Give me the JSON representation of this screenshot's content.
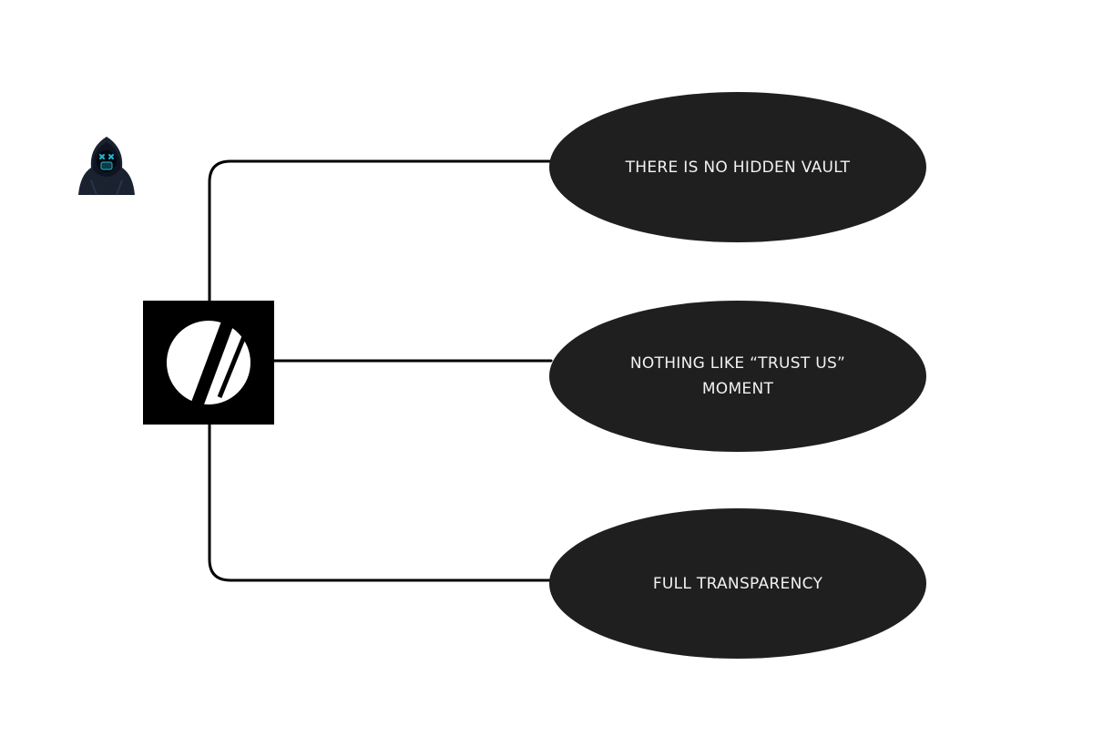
{
  "nodes": [
    {
      "label": "THERE IS NO HIDDEN VAULT"
    },
    {
      "label": "NOTHING LIKE “TRUST US” MOMENT"
    },
    {
      "label": "FULL TRANSPARENCY"
    }
  ],
  "colors": {
    "node_fill": "#1f1f1f",
    "node_text": "#f2f2f2",
    "connector": "#000000",
    "logo_bg": "#000000",
    "logo_mark": "#ffffff",
    "avatar_accent": "#1fb5d6"
  },
  "icons": {
    "logo": "slashed-circle-logo",
    "avatar": "hooded-figure-icon"
  }
}
